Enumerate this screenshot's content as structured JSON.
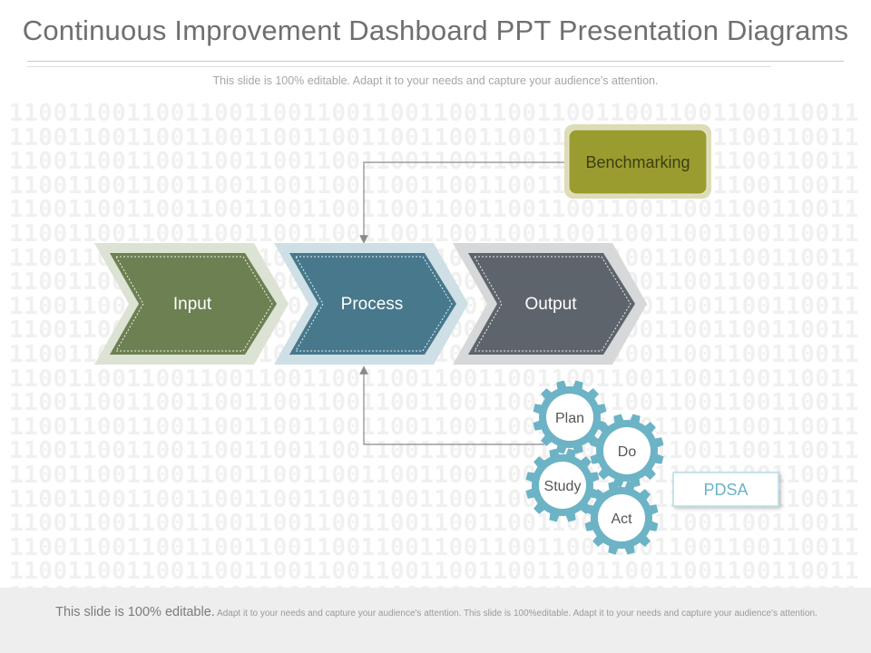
{
  "header": {
    "title": "Continuous Improvement Dashboard PPT Presentation Diagrams",
    "subtitle": "This slide is 100% editable. Adapt it to your needs and capture your audience's attention."
  },
  "background": {
    "binary_pattern": "1100110011001100110011001100110011001100110011001100110011"
  },
  "diagram": {
    "benchmarking": {
      "label": "Benchmarking",
      "color": "#9b9c30"
    },
    "chevrons": [
      {
        "label": "Input",
        "color": "#6c8052"
      },
      {
        "label": "Process",
        "color": "#47788c"
      },
      {
        "label": "Output",
        "color": "#5e646c"
      }
    ],
    "gears": [
      {
        "label": "Plan"
      },
      {
        "label": "Do"
      },
      {
        "label": "Study"
      },
      {
        "label": "Act"
      }
    ],
    "gear_color": "#6cb3c5",
    "pdsa": {
      "label": "PDSA",
      "color": "#6cb3c5"
    }
  },
  "footer": {
    "lead": "This slide is 100% editable.",
    "text": " Adapt it to your needs and capture your audience's attention. This slide is 100%editable. Adapt it to your needs and capture your audience's attention."
  }
}
